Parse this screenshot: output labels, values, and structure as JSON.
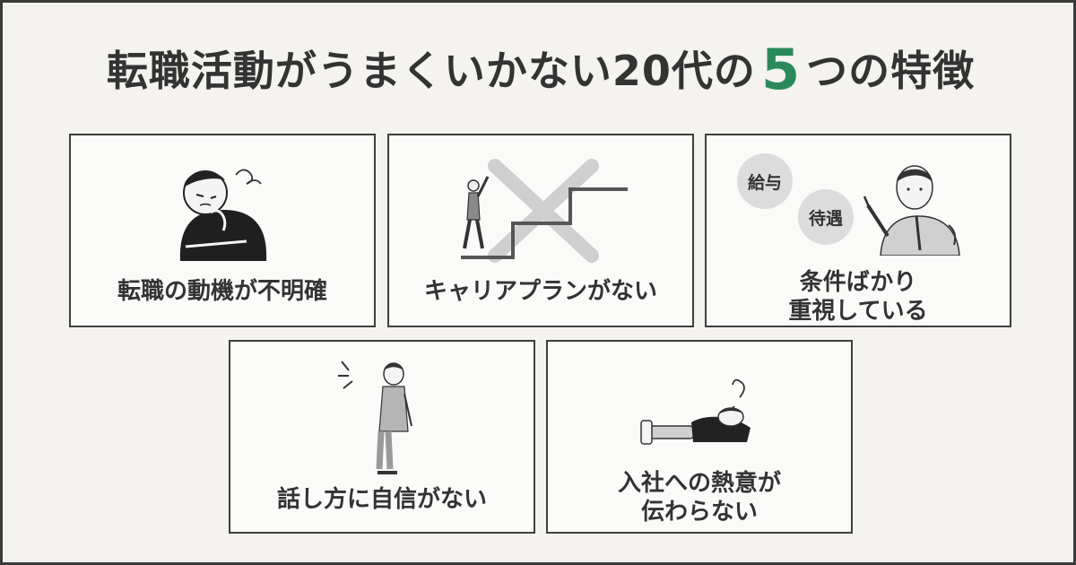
{
  "title": {
    "prefix": "転職活動がうまくいかない20代の",
    "number": "5",
    "suffix": "つの特徴"
  },
  "cards": [
    {
      "label": "転職の動機が不明確"
    },
    {
      "label": "キャリアプランがない"
    },
    {
      "label_line1": "条件ばかり",
      "label_line2": "重視している",
      "bubble1": "給与",
      "bubble2": "待遇"
    },
    {
      "label": "話し方に自信がない"
    },
    {
      "label_line1": "入社への熱意が",
      "label_line2": "伝わらない"
    }
  ],
  "colors": {
    "accent": "#2a8a5b",
    "text": "#333333",
    "background": "#f4f3ef",
    "border": "#3f3f3f"
  }
}
